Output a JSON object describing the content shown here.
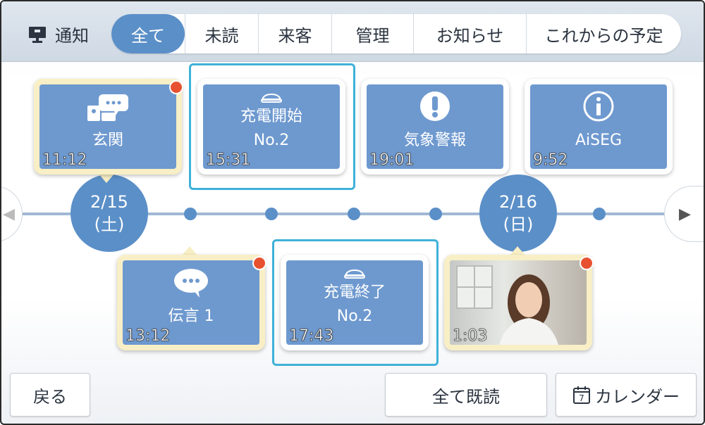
{
  "header": {
    "title": "通知",
    "tabs": [
      {
        "label": "全て",
        "active": true
      },
      {
        "label": "未読",
        "active": false
      },
      {
        "label": "来客",
        "active": false
      },
      {
        "label": "管理",
        "active": false
      },
      {
        "label": "お知らせ",
        "active": false
      },
      {
        "label": "これからの予定",
        "active": false
      }
    ]
  },
  "timeline": {
    "dates": [
      {
        "date": "2/15",
        "weekday": "(土)"
      },
      {
        "date": "2/16",
        "weekday": "(日)"
      }
    ]
  },
  "cards": {
    "entrance": {
      "label": "玄関",
      "time": "11:12",
      "icon": "intercom-chat-icon",
      "unread": true
    },
    "charge_start": {
      "label_line1": "充電開始",
      "label_line2": "No.2",
      "time": "15:31",
      "icon": "car-icon",
      "unread": false
    },
    "weather": {
      "label": "気象警報",
      "time": "19:01",
      "icon": "exclamation-icon",
      "unread": false
    },
    "aiseg": {
      "label": "AiSEG",
      "time": "9:52",
      "icon": "info-icon",
      "unread": false
    },
    "message": {
      "label": "伝言 1",
      "time": "13:12",
      "icon": "speech-bubble-icon",
      "unread": true
    },
    "charge_end": {
      "label_line1": "充電終了",
      "label_line2": "No.2",
      "time": "17:43",
      "icon": "car-icon",
      "unread": false
    },
    "visitor_photo": {
      "time": "1:03",
      "icon": "visitor-photo",
      "unread": true
    }
  },
  "buttons": {
    "back": "戻る",
    "mark_all_read": "全て既読",
    "calendar": "カレンダー",
    "calendar_icon_day": "7"
  },
  "colors": {
    "accent": "#5b8fc8",
    "card": "#6e99cf",
    "unread_frame": "#f8efc6",
    "unread_dot": "#e8512f",
    "selected": "#3fb1d8"
  }
}
